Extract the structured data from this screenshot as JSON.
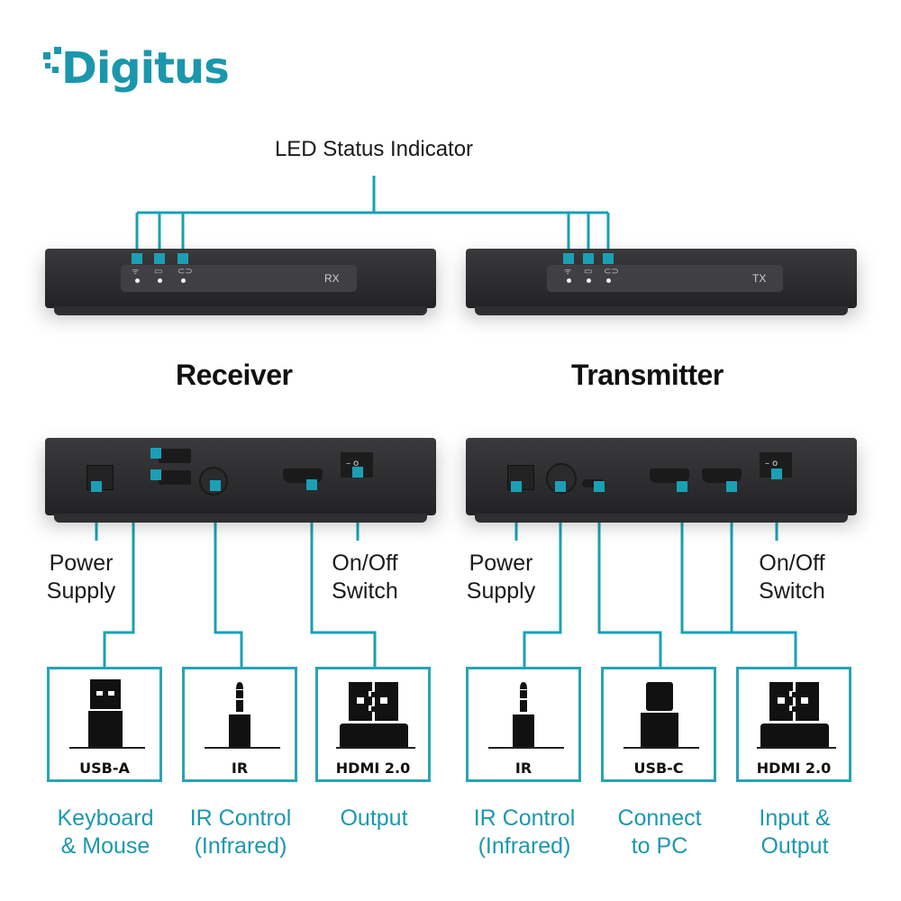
{
  "brand": {
    "name": "Digitus",
    "color": "#1a97ad"
  },
  "colors": {
    "accent_line": "#1aa0b6",
    "description_text": "#1d98ad",
    "device_body": "#2c2c2e"
  },
  "led_title": "LED Status Indicator",
  "devices": {
    "receiver": {
      "title": "Receiver",
      "front_label": "RX",
      "led_icons": [
        "wifi-icon",
        "monitor-icon",
        "link-icon"
      ],
      "rear_callouts": {
        "power": [
          "Power",
          "Supply"
        ],
        "switch": [
          "On/Off",
          "Switch"
        ]
      },
      "switch_text": "– o"
    },
    "transmitter": {
      "title": "Transmitter",
      "front_label": "TX",
      "led_icons": [
        "wifi-icon",
        "laptop-icon",
        "link-icon"
      ],
      "rear_callouts": {
        "power": [
          "Power",
          "Supply"
        ],
        "switch": [
          "On/Off",
          "Switch"
        ]
      },
      "switch_text": "– o"
    }
  },
  "ports": [
    {
      "label": "USB-A",
      "icon": "usb-a-icon",
      "desc": [
        "Keyboard",
        "& Mouse"
      ]
    },
    {
      "label": "IR",
      "icon": "audio-jack-icon",
      "desc": [
        "IR Control",
        "(Infrared)"
      ]
    },
    {
      "label": "HDMI 2.0",
      "icon": "hdmi-icon",
      "desc": [
        "Output",
        ""
      ]
    },
    {
      "label": "IR",
      "icon": "audio-jack-icon",
      "desc": [
        "IR Control",
        "(Infrared)"
      ]
    },
    {
      "label": "USB-C",
      "icon": "usb-c-icon",
      "desc": [
        "Connect",
        "to PC"
      ]
    },
    {
      "label": "HDMI 2.0",
      "icon": "hdmi-icon",
      "desc": [
        "Input &",
        "Output"
      ]
    }
  ]
}
